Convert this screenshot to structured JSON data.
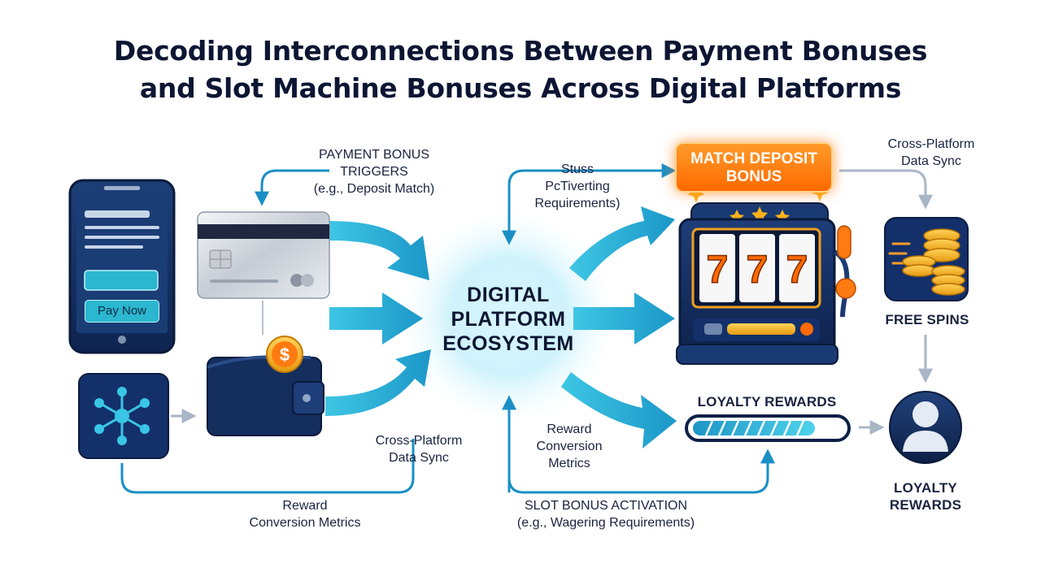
{
  "title": {
    "line1": "Decoding Interconnections Between Payment Bonuses",
    "line2": "and Slot Machine Bonuses Across Digital Platforms"
  },
  "hub": {
    "line1": "DIGITAL",
    "line2": "PLATFORM",
    "line3": "ECOSYSTEM"
  },
  "phone": {
    "button_label": "Pay Now"
  },
  "labels": {
    "payment_triggers": {
      "line1": "PAYMENT BONUS",
      "line2": "TRIGGERS",
      "line3": "(e.g., Deposit Match)"
    },
    "top_center": {
      "line1": "Stuss",
      "line2": "PcTiverting",
      "line3": "Requirements)"
    },
    "cross_platform_top": {
      "line1": "Cross-Platform",
      "line2": "Data Sync"
    },
    "cross_platform_left": {
      "line1": "Cross-Platform",
      "line2": "Data Sync"
    },
    "reward_conversion_left": {
      "line1": "Reward",
      "line2": "Conversion Metrics"
    },
    "reward_conversion_center": {
      "line1": "Reward",
      "line2": "Conversion",
      "line3": "Metrics"
    },
    "slot_activation": {
      "line1": "SLOT BONUS ACTIVATION",
      "line2": "(e.g., Wagering Requirements)"
    },
    "free_spins": "FREE SPINS",
    "loyalty_bar": "LOYALTY REWARDS",
    "loyalty_avatar": {
      "line1": "LOYALTY",
      "line2": "REWARDS"
    }
  },
  "match_badge": {
    "line1": "MATCH DEPOSIT",
    "line2": "BONUS"
  },
  "slot_machine": {
    "reel_symbol": "7"
  },
  "wallet": {
    "coin_symbol": "$"
  },
  "colors": {
    "navy": "#0f2550",
    "accent_cyan": "#1aa8d0",
    "orange": "#ff7a10",
    "gold": "#f5b82a",
    "title": "#0c1633"
  }
}
